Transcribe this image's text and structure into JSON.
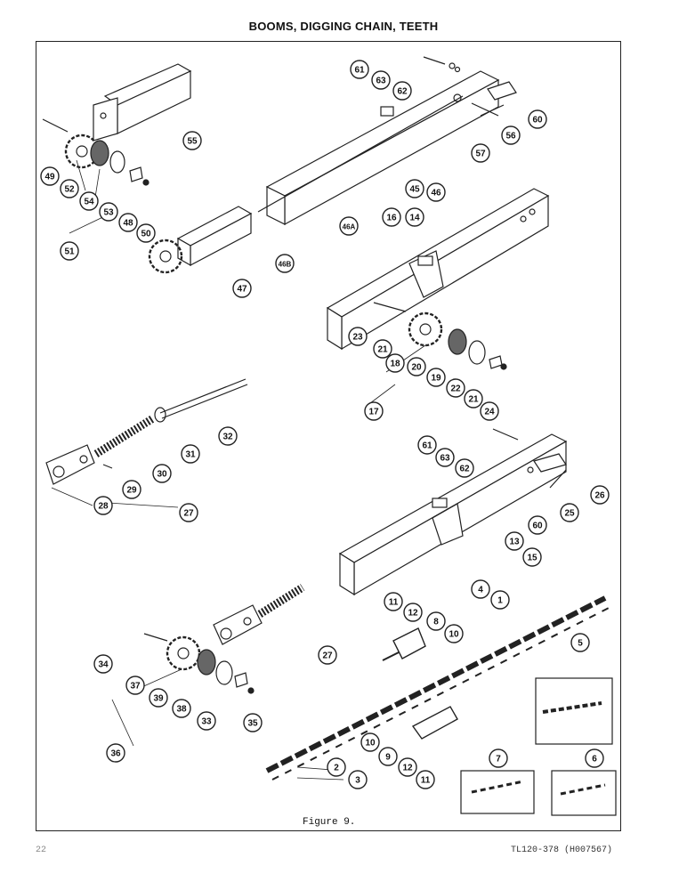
{
  "page": {
    "title": "BOOMS, DIGGING CHAIN, TEETH",
    "figure_caption": "Figure 9.",
    "page_number": "22",
    "document_id": "TL120-378 (H007567)"
  },
  "callouts": [
    "61",
    "63",
    "62",
    "60",
    "56",
    "57",
    "55",
    "49",
    "52",
    "54",
    "53",
    "48",
    "50",
    "51",
    "45",
    "46",
    "46A",
    "46B",
    "16",
    "14",
    "47",
    "23",
    "21",
    "18",
    "20",
    "19",
    "22",
    "21",
    "24",
    "17",
    "32",
    "31",
    "30",
    "29",
    "28",
    "27",
    "61",
    "63",
    "62",
    "26",
    "25",
    "60",
    "13",
    "15",
    "11",
    "12",
    "8",
    "10",
    "4",
    "1",
    "5",
    "34",
    "37",
    "39",
    "38",
    "33",
    "35",
    "27",
    "36",
    "10",
    "9",
    "12",
    "11",
    "2",
    "3",
    "7",
    "6"
  ]
}
